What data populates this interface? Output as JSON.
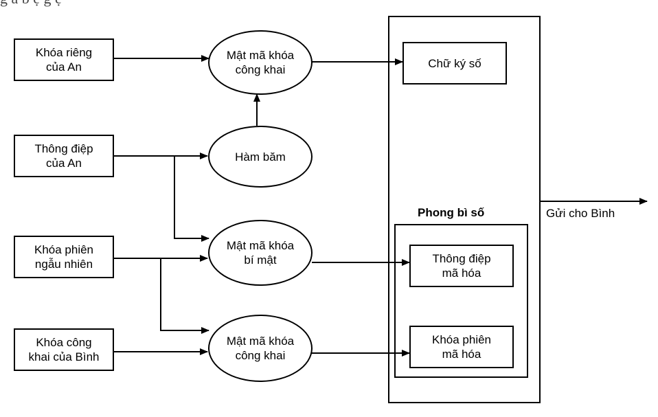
{
  "header_fragment": "g   ả    b    ệ   g          ệ  ",
  "inputs": {
    "private_key": "Khóa riêng\ncủa An",
    "message": "Thông điệp\ncủa An",
    "session_key": "Khóa phiên\nngẫu nhiên",
    "public_key": "Khóa công\nkhai của Bình"
  },
  "processes": {
    "public_encrypt_top": "Mật mã khóa\ncông khai",
    "hash": "Hàm băm",
    "secret_encrypt": "Mật mã khóa\nbí mật",
    "public_encrypt_bottom": "Mật mã khóa\ncông khai"
  },
  "outputs": {
    "digital_signature": "Chữ ký số",
    "envelope_title": "Phong bì số",
    "encrypted_message": "Thông điệp\nmã hóa",
    "encrypted_session_key": "Khóa phiên\nmã hóa"
  },
  "send_label": "Gửi cho Bình"
}
